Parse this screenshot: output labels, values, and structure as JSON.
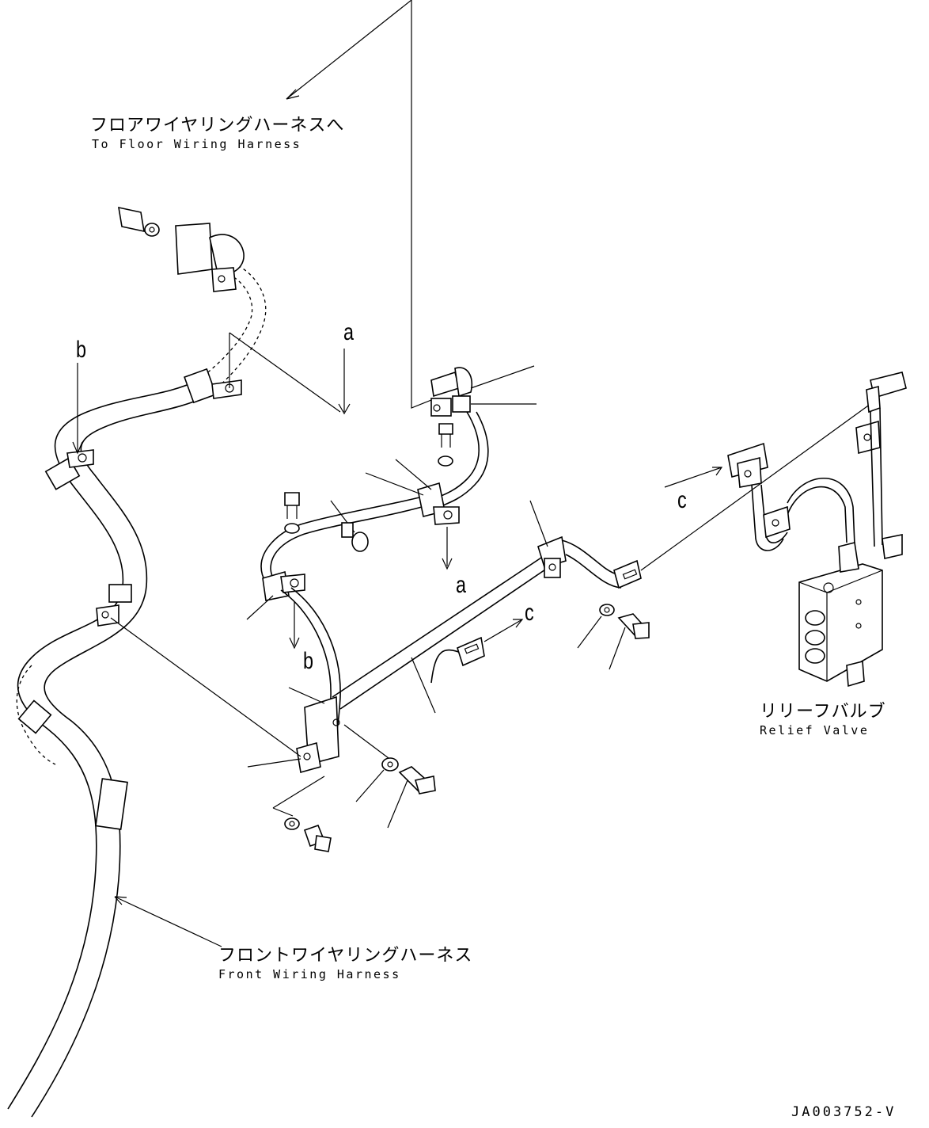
{
  "labels": {
    "floor_harness_jp": "フロアワイヤリングハーネスへ",
    "floor_harness_en": "To Floor Wiring Harness",
    "front_harness_jp": "フロントワイヤリングハーネス",
    "front_harness_en": "Front Wiring Harness",
    "relief_valve_jp": "リリーフバルブ",
    "relief_valve_en": "Relief Valve"
  },
  "callouts": {
    "a_top": "a",
    "a_bottom": "a",
    "b_top": "b",
    "b_bottom": "b",
    "c_right": "c",
    "c_center": "c"
  },
  "drawing_code": "JA003752-V"
}
